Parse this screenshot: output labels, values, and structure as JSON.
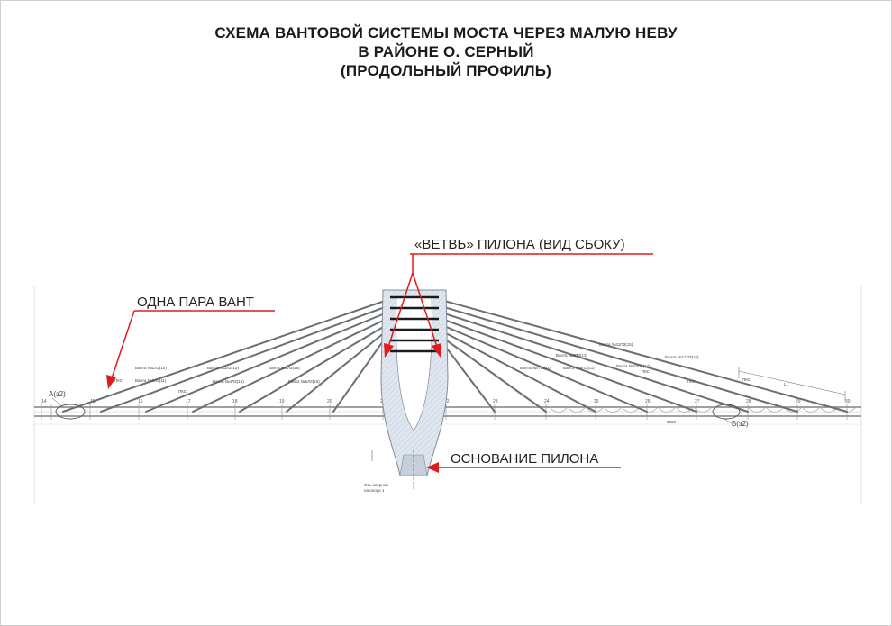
{
  "title": {
    "line1": "СХЕМА ВАНТОВОЙ СИСТЕМЫ МОСТА ЧЕРЕЗ МАЛУЮ НЕВУ",
    "line2": "В РАЙОНЕ О. СЕРНЫЙ",
    "line3": "(ПРОДОЛЬНЫЙ ПРОФИЛЬ)"
  },
  "callouts": {
    "pylon_branch": "«ВЕТВЬ» ПИЛОНА (ВИД СБОКУ)",
    "cable_pair": "ОДНА ПАРА ВАНТ",
    "pylon_base": "ОСНОВАНИЕ ПИЛОНА"
  },
  "drawing_labels": {
    "left_support": "А(з2)",
    "right_support": "Б(з2)",
    "pylon_axis_line1": "Ось опорной",
    "pylon_axis_line2": "на опоре 1",
    "dim": "L1",
    "small_mark": "0000"
  },
  "stay_labels_left": [
    "Ванта №1ЛЗ(10)",
    "Ванта №2ЛЗ(11)",
    "Ванта №3ЛЗ(13)",
    "Ванта №4ЛЗ(14)",
    "Ванта №5ЛЗ(15)",
    "Ванта №6ЛЗ(16)"
  ],
  "stay_labels_right": [
    "Ванта №7ПЗ(10)",
    "Ванта №8ПЗ(11)",
    "Ванта №9ПЗ(13)",
    "Ванта №10ПЗ(14)",
    "Ванта №11ПЗ(15)",
    "Ванта №12ПЗ(16)"
  ],
  "pks": "ПКС",
  "ticks": [
    "14",
    "15",
    "16",
    "17",
    "18",
    "19",
    "20",
    "21",
    "22",
    "23",
    "24",
    "25",
    "26",
    "27",
    "28",
    "29",
    "30"
  ],
  "colors": {
    "arrow": "#e11b1b",
    "cable": "#6a6f73",
    "pylon_fill": "#dfe6ef",
    "deck": "#8a8f93"
  }
}
